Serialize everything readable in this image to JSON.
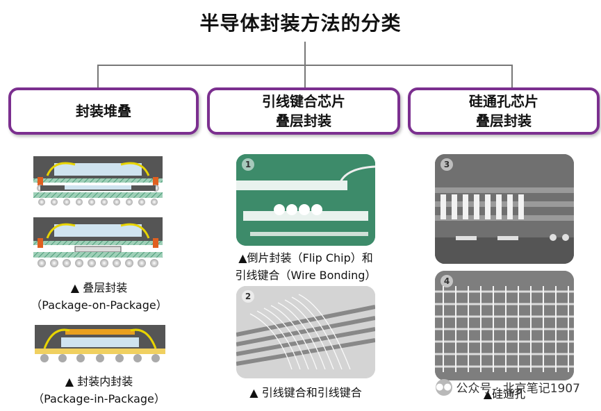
{
  "title": "半导体封装方法的分类",
  "categories": [
    {
      "lines": [
        "封装堆叠"
      ]
    },
    {
      "lines": [
        "引线键合芯片",
        "叠层封装"
      ]
    },
    {
      "lines": [
        "硅通孔芯片",
        "叠层封装"
      ]
    }
  ],
  "col1": {
    "caption1": {
      "line1": "▲ 叠层封装",
      "line2": "（Package-on-Package）"
    },
    "caption2": {
      "line1": "▲ 封装内封装",
      "line2": "（Package-in-Package）"
    }
  },
  "col2": {
    "photo1_num": "1",
    "photo2_num": "2",
    "caption1": {
      "line1": "▲倒片封装（Flip Chip）和",
      "line2": "引线键合（Wire Bonding）"
    },
    "caption2": "▲ 引线键合和引线键合"
  },
  "col3": {
    "photo3_num": "3",
    "photo4_num": "4",
    "caption": "▲硅通孔"
  },
  "watermark": {
    "icon": "wechat-icon",
    "text": "公众号 · 北京笔记1907"
  },
  "colors": {
    "accent": "#7b2f8f",
    "connector": "#777777",
    "pcb_green": "#3a8f6c"
  }
}
